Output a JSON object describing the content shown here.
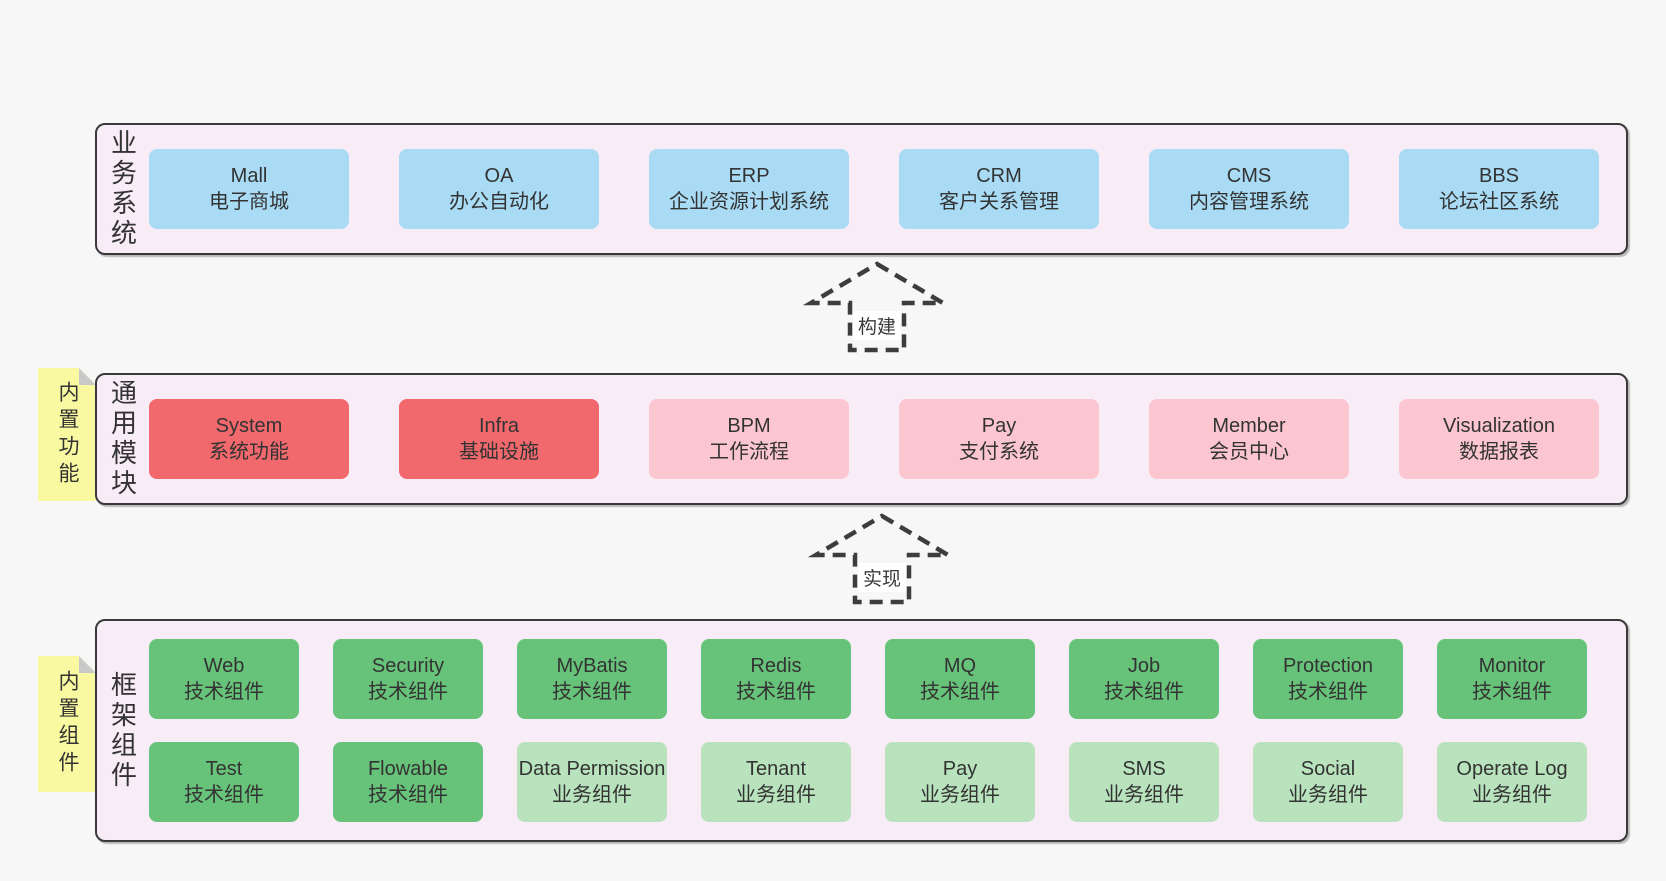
{
  "colors": {
    "page_bg": "#f7f7f7",
    "layer_bg": "#f8edf6",
    "layer_border": "#3a3a3a",
    "blue_box": "#a9dbf5",
    "red_box": "#f1696d",
    "pink_box": "#fbc6d0",
    "green_box": "#68c37a",
    "light_green_box": "#b8e3bd",
    "sticky_note": "#f9f9a1",
    "sticky_fold": "#c8c8c8",
    "text": "#333333"
  },
  "arrows": [
    {
      "label": "构建"
    },
    {
      "label": "实现"
    }
  ],
  "layers": [
    {
      "label": "业务系统",
      "rows": [
        [
          {
            "name": "Mall",
            "desc": "电子商城",
            "variant": "blue"
          },
          {
            "name": "OA",
            "desc": "办公自动化",
            "variant": "blue"
          },
          {
            "name": "ERP",
            "desc": "企业资源计划系统",
            "variant": "blue"
          },
          {
            "name": "CRM",
            "desc": "客户关系管理",
            "variant": "blue"
          },
          {
            "name": "CMS",
            "desc": "内容管理系统",
            "variant": "blue"
          },
          {
            "name": "BBS",
            "desc": "论坛社区系统",
            "variant": "blue"
          }
        ]
      ]
    },
    {
      "label": "通用模块",
      "sticky": "内置功能",
      "rows": [
        [
          {
            "name": "System",
            "desc": "系统功能",
            "variant": "red"
          },
          {
            "name": "Infra",
            "desc": "基础设施",
            "variant": "red"
          },
          {
            "name": "BPM",
            "desc": "工作流程",
            "variant": "pink"
          },
          {
            "name": "Pay",
            "desc": "支付系统",
            "variant": "pink"
          },
          {
            "name": "Member",
            "desc": "会员中心",
            "variant": "pink"
          },
          {
            "name": "Visualization",
            "desc": "数据报表",
            "variant": "pink"
          }
        ]
      ]
    },
    {
      "label": "框架组件",
      "sticky": "内置组件",
      "rows": [
        [
          {
            "name": "Web",
            "desc": "技术组件",
            "variant": "green"
          },
          {
            "name": "Security",
            "desc": "技术组件",
            "variant": "green"
          },
          {
            "name": "MyBatis",
            "desc": "技术组件",
            "variant": "green"
          },
          {
            "name": "Redis",
            "desc": "技术组件",
            "variant": "green"
          },
          {
            "name": "MQ",
            "desc": "技术组件",
            "variant": "green"
          },
          {
            "name": "Job",
            "desc": "技术组件",
            "variant": "green"
          },
          {
            "name": "Protection",
            "desc": "技术组件",
            "variant": "green"
          },
          {
            "name": "Monitor",
            "desc": "技术组件",
            "variant": "green"
          }
        ],
        [
          {
            "name": "Test",
            "desc": "技术组件",
            "variant": "green"
          },
          {
            "name": "Flowable",
            "desc": "技术组件",
            "variant": "green"
          },
          {
            "name": "Data Permission",
            "desc": "业务组件",
            "variant": "light-green"
          },
          {
            "name": "Tenant",
            "desc": "业务组件",
            "variant": "light-green"
          },
          {
            "name": "Pay",
            "desc": "业务组件",
            "variant": "light-green"
          },
          {
            "name": "SMS",
            "desc": "业务组件",
            "variant": "light-green"
          },
          {
            "name": "Social",
            "desc": "业务组件",
            "variant": "light-green"
          },
          {
            "name": "Operate Log",
            "desc": "业务组件",
            "variant": "light-green"
          }
        ]
      ]
    }
  ]
}
